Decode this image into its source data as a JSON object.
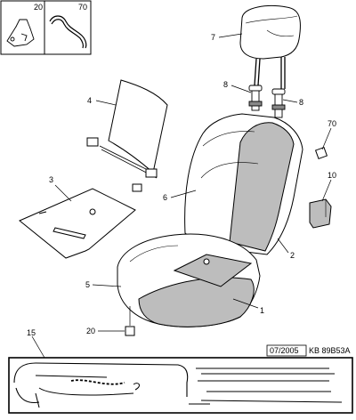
{
  "legend": {
    "box_a": "20",
    "box_b": "70"
  },
  "callouts": {
    "c1": "1",
    "c2": "2",
    "c3": "3",
    "c4": "4",
    "c5": "5",
    "c6": "6",
    "c7": "7",
    "c8a": "8",
    "c8b": "8",
    "c10": "10",
    "c15": "15",
    "c20": "20",
    "c70": "70"
  },
  "reference": {
    "date": "07/2005",
    "code": "KB 89B53A"
  },
  "colors": {
    "line": "#000000",
    "shade": "#bdbdbd",
    "light": "#ffffff"
  }
}
